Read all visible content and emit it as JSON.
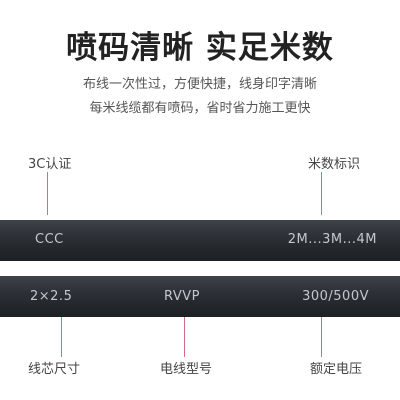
{
  "headline": "喷码清晰 实足米数",
  "sublines": [
    "布线一次性过，方便快捷，线身印字清晰",
    "每米线缆都有喷码，省时省力施工更快"
  ],
  "labels": {
    "cert": "3C认证",
    "meter_mark": "米数标识",
    "core_size": "线芯尺寸",
    "model": "电线型号",
    "voltage": "额定电压"
  },
  "cable_print": {
    "upper_left": "CCC",
    "upper_right": "2M...3M...4M",
    "lower_left": "2×2.5",
    "lower_mid": "RVVP",
    "lower_right": "300/500V"
  },
  "colors": {
    "cable": "#2f3339",
    "print": "#c4c7cc",
    "tick": "#d46a8a"
  }
}
